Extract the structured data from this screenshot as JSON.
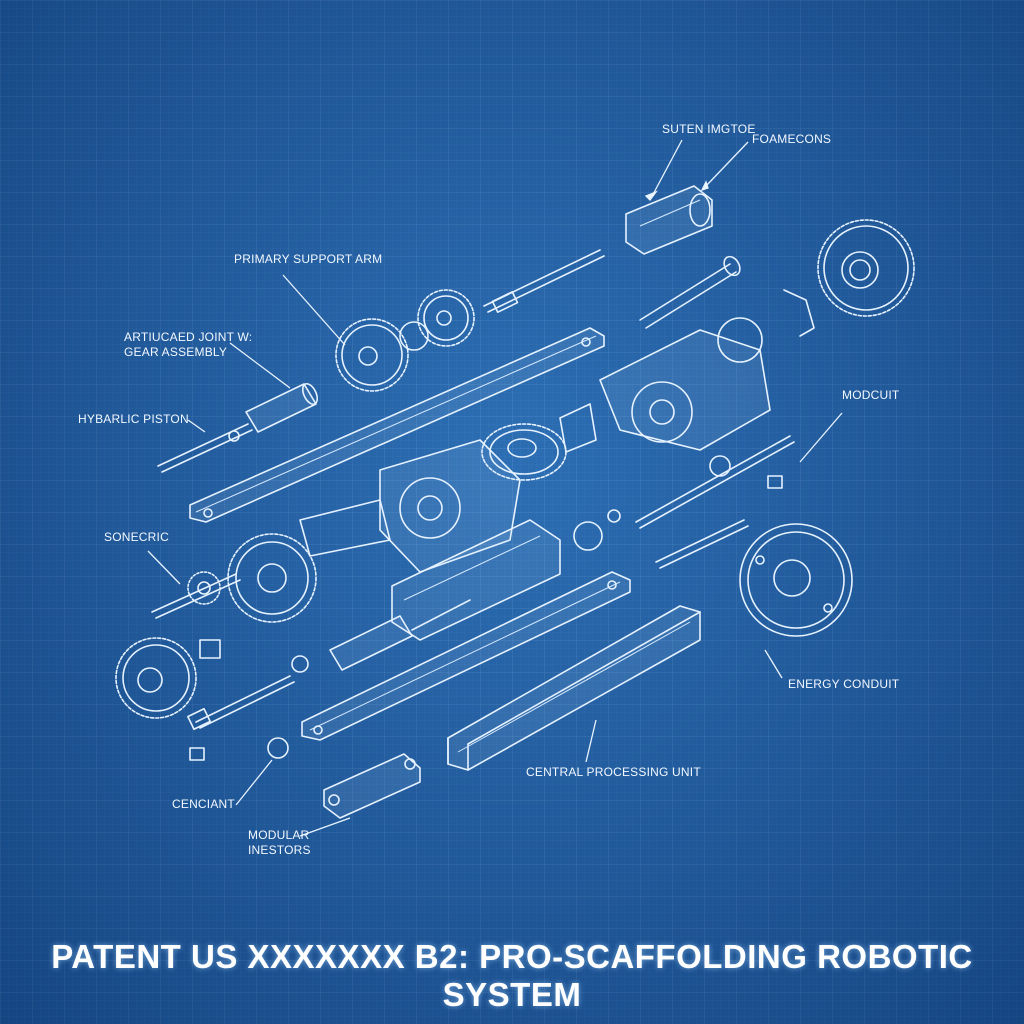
{
  "title": "PATENT US XXXXXXX B2: PRO-SCAFFOLDING ROBOTIC SYSTEM",
  "labels": {
    "suten_imgtoe": "SUTEN IMGTOE",
    "foamecons": "FOAMECONS",
    "primary_support_arm": "PRIMARY SUPPORT ARM",
    "articulated_joint": "ARTIUCAED JOINT W:\nGEAR ASSEMBLY",
    "hydraulic_piston": "HYBARLIC PISTON",
    "modcuit": "MODCUIT",
    "sonecric": "SONECRIC",
    "energy_conduit": "ENERGY CONDUIT",
    "central_processing_unit": "CENTRAL PROCESSING UNIT",
    "cenciant": "CENCIANT",
    "modular_inestors": "MODULAR\nINESTORS"
  },
  "colors": {
    "background": "#1f5ea3",
    "line": "#e6f2ff",
    "text": "#f2f8ff"
  }
}
